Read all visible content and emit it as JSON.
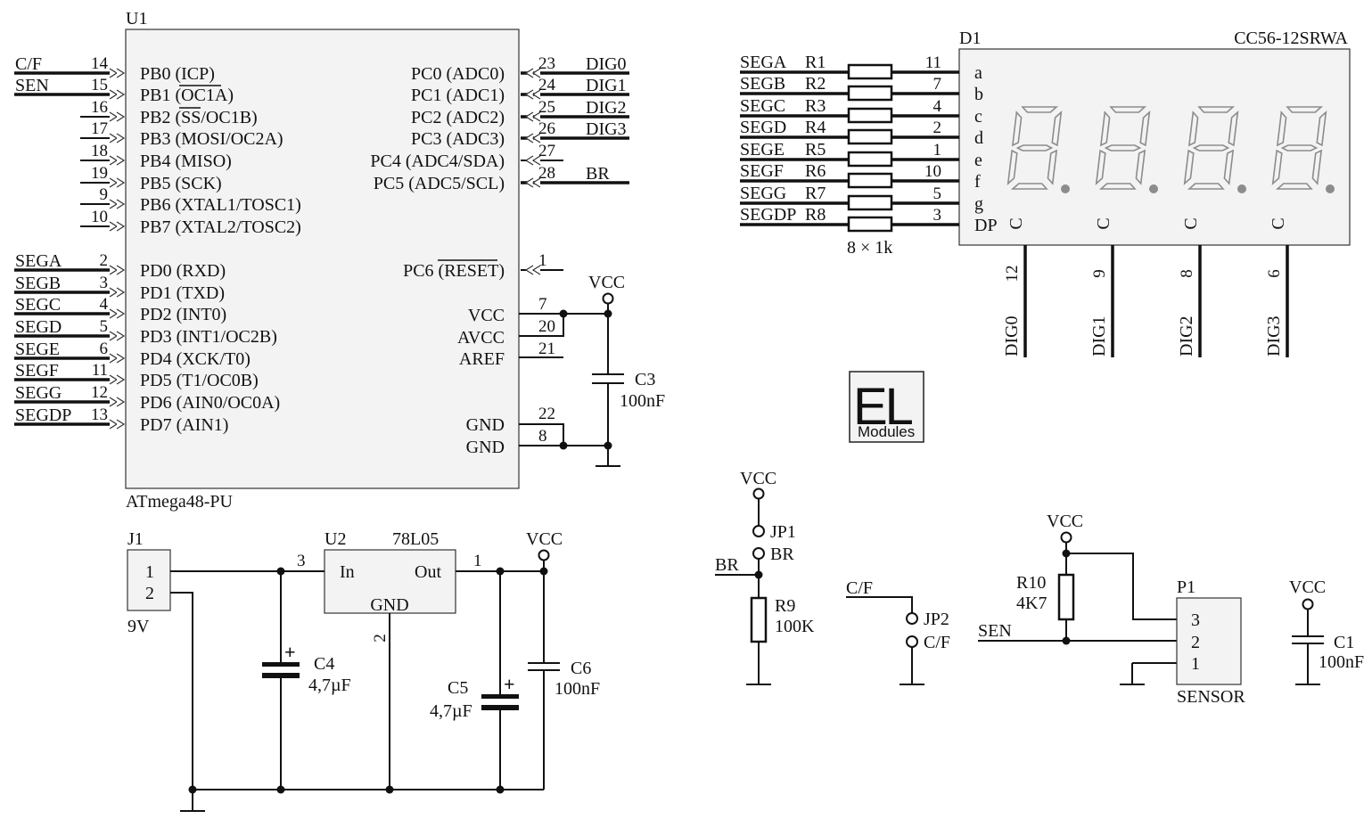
{
  "u1": {
    "ref": "U1",
    "value": "ATmega48-PU",
    "left_pins": [
      {
        "num": "14",
        "name": "PB0 (ICP)",
        "net": "C/F"
      },
      {
        "num": "15",
        "name": "PB1 (OC1A)",
        "net": "SEN"
      },
      {
        "num": "16",
        "name": "PB2 (SS/OC1B)",
        "net": ""
      },
      {
        "num": "17",
        "name": "PB3 (MOSI/OC2A)",
        "net": ""
      },
      {
        "num": "18",
        "name": "PB4 (MISO)",
        "net": ""
      },
      {
        "num": "19",
        "name": "PB5 (SCK)",
        "net": ""
      },
      {
        "num": "9",
        "name": "PB6 (XTAL1/TOSC1)",
        "net": ""
      },
      {
        "num": "10",
        "name": "PB7 (XTAL2/TOSC2)",
        "net": ""
      },
      {
        "num": "2",
        "name": "PD0 (RXD)",
        "net": "SEGA"
      },
      {
        "num": "3",
        "name": "PD1 (TXD)",
        "net": "SEGB"
      },
      {
        "num": "4",
        "name": "PD2 (INT0)",
        "net": "SEGC"
      },
      {
        "num": "5",
        "name": "PD3 (INT1/OC2B)",
        "net": "SEGD"
      },
      {
        "num": "6",
        "name": "PD4 (XCK/T0)",
        "net": "SEGE"
      },
      {
        "num": "11",
        "name": "PD5 (T1/OC0B)",
        "net": "SEGF"
      },
      {
        "num": "12",
        "name": "PD6 (AIN0/OC0A)",
        "net": "SEGG"
      },
      {
        "num": "13",
        "name": "PD7 (AIN1)",
        "net": "SEGDP"
      }
    ],
    "right_pins": [
      {
        "num": "23",
        "name": "PC0 (ADC0)",
        "net": "DIG0"
      },
      {
        "num": "24",
        "name": "PC1 (ADC1)",
        "net": "DIG1"
      },
      {
        "num": "25",
        "name": "PC2 (ADC2)",
        "net": "DIG2"
      },
      {
        "num": "26",
        "name": "PC3 (ADC3)",
        "net": "DIG3"
      },
      {
        "num": "27",
        "name": "PC4 (ADC4/SDA)",
        "net": ""
      },
      {
        "num": "28",
        "name": "PC5 (ADC5/SCL)",
        "net": "BR"
      },
      {
        "num": "1",
        "name": "PC6 (RESET)",
        "net": ""
      }
    ],
    "power_pins": [
      {
        "num": "7",
        "name": "VCC"
      },
      {
        "num": "20",
        "name": "AVCC"
      },
      {
        "num": "21",
        "name": "AREF"
      },
      {
        "num": "22",
        "name": "GND"
      },
      {
        "num": "8",
        "name": "GND"
      }
    ]
  },
  "c3": {
    "ref": "C3",
    "value": "100nF",
    "vcc": "VCC"
  },
  "display": {
    "ref": "D1",
    "part": "CC56-12SRWA",
    "rnet_value": "8 × 1k",
    "rows": [
      {
        "net": "SEGA",
        "res": "R1",
        "pin": "11",
        "seg": "a"
      },
      {
        "net": "SEGB",
        "res": "R2",
        "pin": "7",
        "seg": "b"
      },
      {
        "net": "SEGC",
        "res": "R3",
        "pin": "4",
        "seg": "c"
      },
      {
        "net": "SEGD",
        "res": "R4",
        "pin": "2",
        "seg": "d"
      },
      {
        "net": "SEGE",
        "res": "R5",
        "pin": "1",
        "seg": "e"
      },
      {
        "net": "SEGF",
        "res": "R6",
        "pin": "10",
        "seg": "f"
      },
      {
        "net": "SEGG",
        "res": "R7",
        "pin": "5",
        "seg": "g"
      },
      {
        "net": "SEGDP",
        "res": "R8",
        "pin": "3",
        "seg": "DP"
      }
    ],
    "commons": [
      {
        "label": "C",
        "pin": "12",
        "net": "DIG0"
      },
      {
        "label": "C",
        "pin": "9",
        "net": "DIG1"
      },
      {
        "label": "C",
        "pin": "8",
        "net": "DIG2"
      },
      {
        "label": "C",
        "pin": "6",
        "net": "DIG3"
      }
    ]
  },
  "logo": {
    "big": "EL",
    "small": "Modules"
  },
  "power": {
    "j1": {
      "ref": "J1",
      "value": "9V",
      "pin1": "1",
      "pin2": "2"
    },
    "u2": {
      "ref": "U2",
      "value": "78L05",
      "in": "In",
      "out": "Out",
      "gnd": "GND",
      "pin_in": "3",
      "pin_out": "1",
      "pin_gnd": "2"
    },
    "c4": {
      "ref": "C4",
      "value": "4,7µF"
    },
    "c5": {
      "ref": "C5",
      "value": "4,7µF"
    },
    "c6": {
      "ref": "C6",
      "value": "100nF"
    },
    "vcc": "VCC"
  },
  "jumpers": {
    "jp1": {
      "ref": "JP1",
      "label": "BR",
      "net": "BR",
      "vcc": "VCC"
    },
    "r9": {
      "ref": "R9",
      "value": "100K"
    },
    "jp2": {
      "ref": "JP2",
      "label": "C/F",
      "net": "C/F"
    }
  },
  "sensor": {
    "vcc": "VCC",
    "r10": {
      "ref": "R10",
      "value": "4K7"
    },
    "net": "SEN",
    "p1": {
      "ref": "P1",
      "value": "SENSOR",
      "pins": [
        "3",
        "2",
        "1"
      ]
    }
  },
  "c1": {
    "ref": "C1",
    "value": "100nF",
    "vcc": "VCC"
  }
}
